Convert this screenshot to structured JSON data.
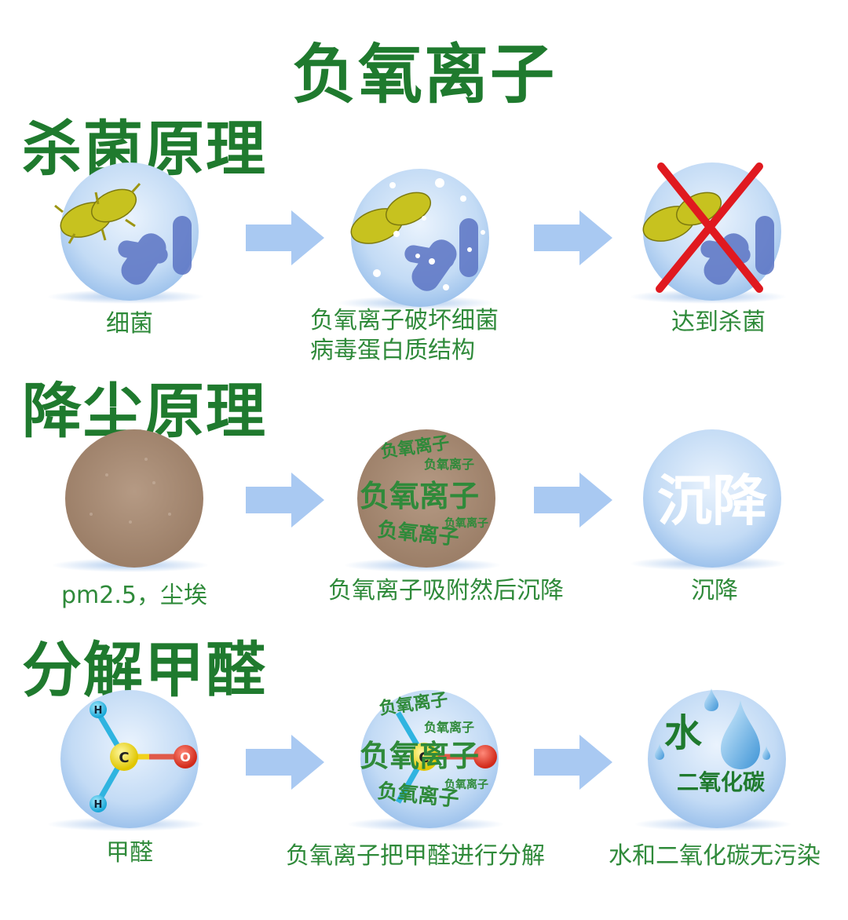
{
  "title": "负氧离子",
  "sections": [
    {
      "heading": "杀菌原理",
      "captions": [
        "细菌",
        "负氧离子破坏细菌",
        "病毒蛋白质结构",
        "达到杀菌"
      ]
    },
    {
      "heading": "降尘原理",
      "captions": [
        "pm2.5，尘埃",
        "负氧离子吸附然后沉降",
        "沉降"
      ],
      "stage3_text": "沉降"
    },
    {
      "heading": "分解甲醛",
      "captions": [
        "甲醛",
        "负氧离子把甲醛进行分解",
        "水和二氧化碳无污染"
      ],
      "stage3_water": "水",
      "stage3_co2": "二氧化碳"
    }
  ],
  "overlay": {
    "small": "负氧离子",
    "large": "负氧离子"
  },
  "molecule": {
    "center": "C",
    "oxygen": "O",
    "hydrogen": "H"
  },
  "colors": {
    "heading": "#1f7a2e",
    "caption": "#2f8a3a",
    "arrow": "#a9c9f2",
    "circle": "#cfe2f7",
    "dust": "#a88a72",
    "cross": "#e0191f"
  },
  "icons": [
    "bacteria-icon",
    "arrow-right-icon",
    "cross-icon",
    "dust-icon",
    "molecule-icon",
    "water-drop-icon"
  ]
}
